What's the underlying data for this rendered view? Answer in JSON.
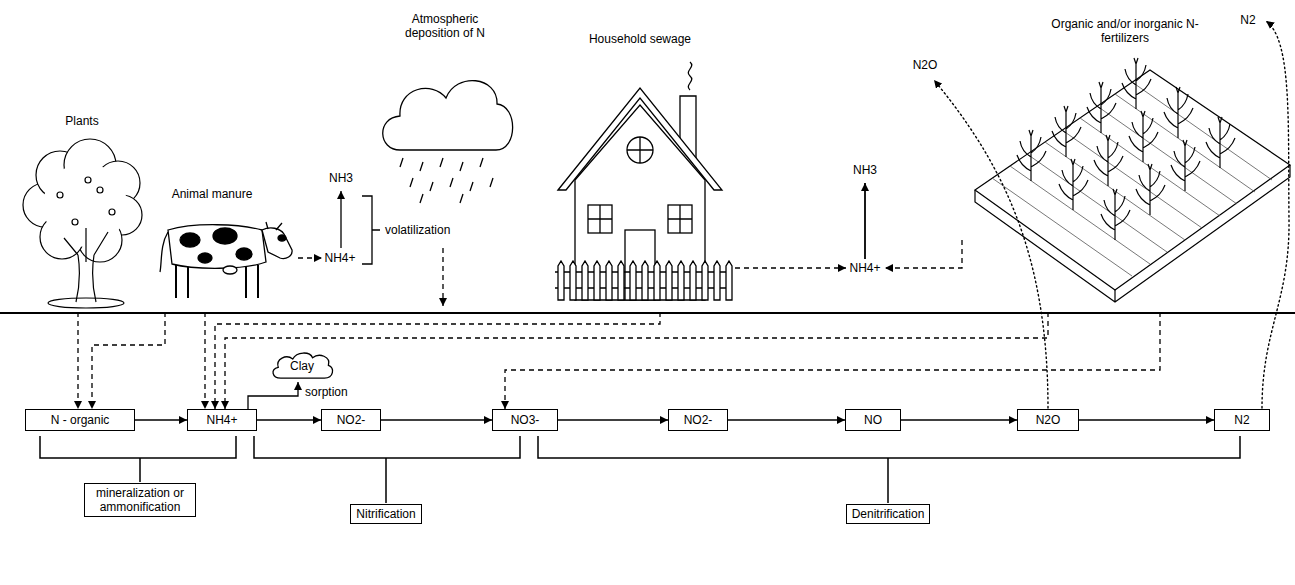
{
  "diagram": {
    "nodes": [
      {
        "text": [
          "Plants"
        ]
      },
      {
        "text": [
          "Animal manure"
        ]
      },
      {
        "text": [
          "Atmospheric deposition of N"
        ]
      },
      {
        "text": [
          "Household sewage"
        ]
      },
      {
        "text": [
          "Organic and/or inorganic N-fertilizers"
        ]
      },
      {
        "text": [
          "N - organic"
        ]
      },
      {
        "text": [
          "NH4+"
        ]
      },
      {
        "text": [
          "Clay"
        ]
      },
      {
        "text": [
          "NO2-"
        ]
      },
      {
        "text": [
          "NO3-"
        ]
      },
      {
        "text": [
          "NO2-"
        ]
      },
      {
        "text": [
          "NO"
        ]
      },
      {
        "text": [
          "N2O"
        ]
      },
      {
        "text": [
          "N2"
        ]
      },
      {
        "text": [
          "mineralization or ammonification"
        ]
      },
      {
        "text": [
          "Nitrification"
        ]
      },
      {
        "text": [
          "Denitrification"
        ]
      }
    ],
    "edges": [
      {
        "from": 0,
        "to": 5,
        "arrow": "to"
      },
      {
        "from": 1,
        "to": 5,
        "arrow": "to"
      },
      {
        "from": 1,
        "to": 6,
        "arrow": "to"
      },
      {
        "from": 3,
        "to": 6,
        "arrow": "to"
      },
      {
        "from": 4,
        "to": 6,
        "arrow": "to"
      },
      {
        "from": 4,
        "to": 9,
        "arrow": "to"
      },
      {
        "from": 5,
        "to": 6,
        "arrow": "to"
      },
      {
        "from": 6,
        "to": 8,
        "arrow": "to"
      },
      {
        "from": 8,
        "to": 9,
        "arrow": "to"
      },
      {
        "from": 9,
        "to": 10,
        "arrow": "to"
      },
      {
        "from": 10,
        "to": 11,
        "arrow": "to"
      },
      {
        "from": 11,
        "to": 12,
        "arrow": "to"
      },
      {
        "from": 12,
        "to": 13,
        "arrow": "to"
      },
      {
        "from": 6,
        "to": 7,
        "label": "sorption",
        "arrow": "to"
      }
    ],
    "labels": [
      "NH3",
      "NH4+",
      "volatilization",
      "NH3",
      "NH4+",
      "N2O",
      "N2"
    ]
  }
}
